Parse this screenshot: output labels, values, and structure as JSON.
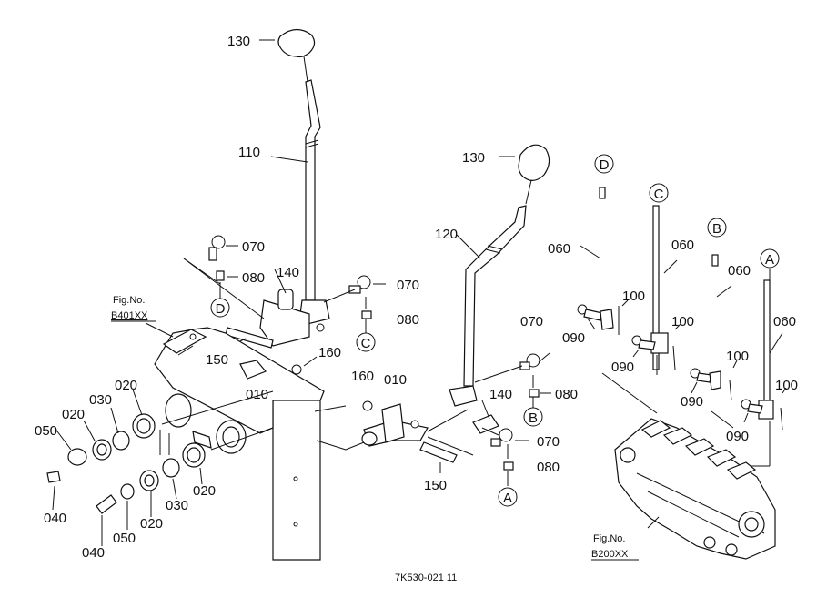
{
  "diagram": {
    "drawing_code": "7K530-021 11",
    "fig_refs": [
      {
        "id": "fig-b401",
        "title": "Fig.No.",
        "number": "B401XX"
      },
      {
        "id": "fig-b200",
        "title": "Fig.No.",
        "number": "B200XX"
      }
    ],
    "callouts": {
      "c130a": "130",
      "c130b": "130",
      "c110": "110",
      "c120": "120",
      "c070a": "070",
      "c070b": "070",
      "c070c": "070",
      "c070d": "070",
      "c080a": "080",
      "c080b": "080",
      "c080c": "080",
      "c080d": "080",
      "c140a": "140",
      "c140b": "140",
      "c150a": "150",
      "c150b": "150",
      "c160a": "160",
      "c160b": "160",
      "c010a": "010",
      "c010b": "010",
      "c020a": "020",
      "c020b": "020",
      "c020c": "020",
      "c020d": "020",
      "c030a": "030",
      "c030b": "030",
      "c040a": "040",
      "c040b": "040",
      "c050a": "050",
      "c050b": "050",
      "c060a": "060",
      "c060b": "060",
      "c060c": "060",
      "c060d": "060",
      "c090a": "090",
      "c090b": "090",
      "c090c": "090",
      "c090d": "090",
      "c100a": "100",
      "c100b": "100",
      "c100c": "100",
      "c100d": "100"
    },
    "markers": {
      "mA1": "A",
      "mA2": "A",
      "mB1": "B",
      "mB2": "B",
      "mC1": "C",
      "mC2": "C",
      "mD1": "D",
      "mD2": "D"
    }
  }
}
